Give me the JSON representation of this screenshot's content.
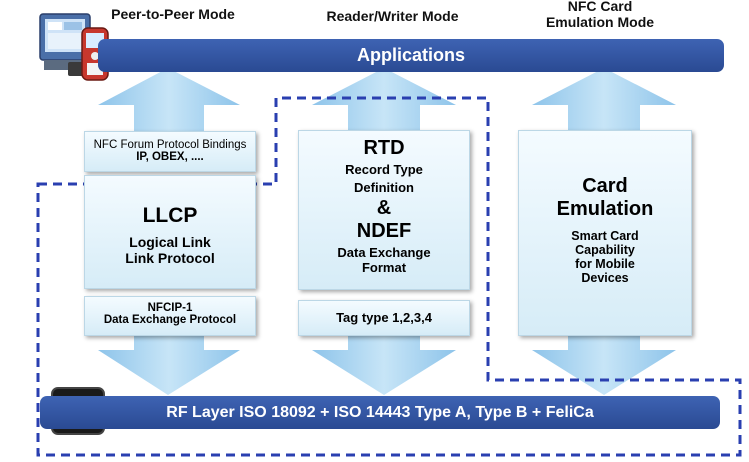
{
  "modes": {
    "p2p": "Peer-to-Peer Mode",
    "rw": "Reader/Writer Mode",
    "card_line1": "NFC Card",
    "card_line2": "Emulation Mode"
  },
  "top_bar": "Applications",
  "bottom_bar": "RF Layer ISO 18092 + ISO 14443 Type A, Type B + FeliCa",
  "p2p": {
    "bindings_line1": "NFC Forum Protocol Bindings",
    "bindings_line2": "IP, OBEX, ....",
    "llcp_title": "LLCP",
    "llcp_line1": "Logical Link",
    "llcp_line2": "Link Protocol",
    "nfcip_line1": "NFCIP-1",
    "nfcip_line2": "Data Exchange Protocol"
  },
  "rw": {
    "rtd_title": "RTD",
    "rtd_line1": "Record Type",
    "rtd_line2": "Definition",
    "amp": "&",
    "ndef_title": "NDEF",
    "ndef_line1": "Data Exchange",
    "ndef_line2": "Format",
    "tag_type": "Tag type 1,2,3,4"
  },
  "card": {
    "title_line1": "Card",
    "title_line2": "Emulation",
    "desc_line1": "Smart Card",
    "desc_line2": "Capability",
    "desc_line3": "for Mobile",
    "desc_line4": "Devices"
  },
  "colors": {
    "bar_blue": "#2f4f9c",
    "arrow_light": "#a8d4ef",
    "dash_blue": "#2a3fb0"
  }
}
